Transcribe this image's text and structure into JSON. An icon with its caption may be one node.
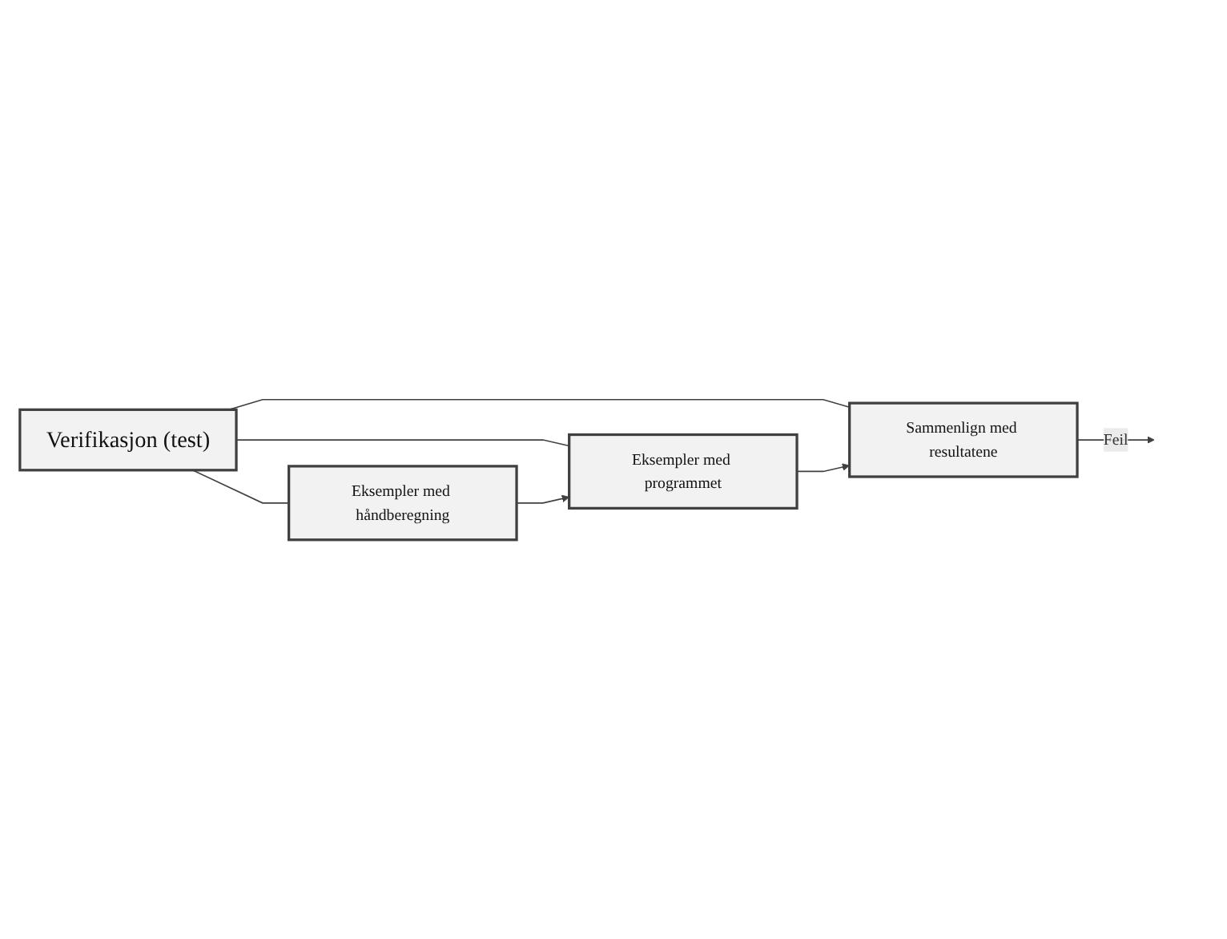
{
  "diagram": {
    "nodes": [
      {
        "text": [
          "Verifikasjon (test)"
        ]
      },
      {
        "text": [
          "Eksempler med håndberegning"
        ]
      },
      {
        "text": [
          "Eksempler med programmet"
        ]
      },
      {
        "text": [
          "Sammenlign med resultatene"
        ]
      }
    ],
    "edges": [
      {
        "from": 0,
        "to": 1,
        "arrow": "none"
      },
      {
        "from": 0,
        "to": 2,
        "arrow": "none"
      },
      {
        "from": 0,
        "to": 3,
        "arrow": "none"
      },
      {
        "from": 1,
        "to": 2,
        "arrow": "to"
      },
      {
        "from": 2,
        "to": 3,
        "arrow": "to"
      },
      {
        "from": 3,
        "to": null,
        "arrow": "to",
        "label": "Feil"
      }
    ]
  }
}
